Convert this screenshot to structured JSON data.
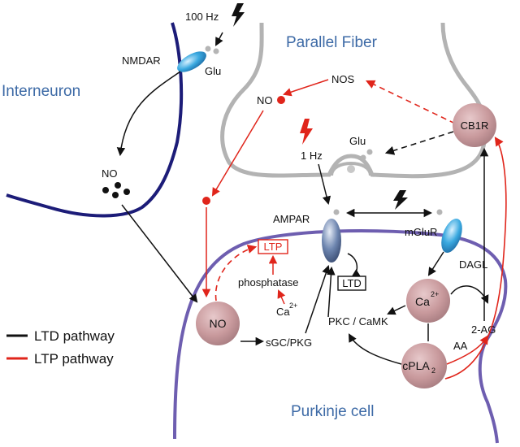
{
  "regions": {
    "parallel_fiber": "Parallel Fiber",
    "interneuron": "Interneuron",
    "purkinje_cell": "Purkinje cell"
  },
  "labels": {
    "stim_100hz": "100 Hz",
    "nmdar": "NMDAR",
    "glu_top": "Glu",
    "nos": "NOS",
    "no_pf": "NO",
    "cb1r": "CB1R",
    "stim_1hz": "1 Hz",
    "glu_pf": "Glu",
    "no_interneuron": "NO",
    "ampar": "AMPAR",
    "mglur": "mGluR",
    "ltp": "LTP",
    "phosphatase": "phosphatase",
    "ca_small": "Ca",
    "ca_small_sup": "2+",
    "ltd": "LTD",
    "dagl": "DAGL",
    "ca_big": "Ca",
    "ca_big_sup": "2+",
    "two_ag": "2-AG",
    "no_pc": "NO",
    "sgc_pkg": "sGC/PKG",
    "pkc_camk": "PKC / CaMK",
    "aa": "AA",
    "cpla2": "cPLA",
    "cpla2_sub": "2"
  },
  "legend": {
    "ltd": "LTD pathway",
    "ltp": "LTP pathway"
  },
  "colors": {
    "ltd": "#111111",
    "ltp": "#e0251b",
    "membrane_pf": "#b3b3b3",
    "membrane_pc": "#6e5eb0",
    "interneuron_axon": "#1c1c78",
    "region_text": "#3d6aa6",
    "node_fill": "#c99a9d",
    "node_stroke": "#a77c80",
    "receptor_blue": "#3aa9e0",
    "ampar_blue": "#6e86b0"
  }
}
